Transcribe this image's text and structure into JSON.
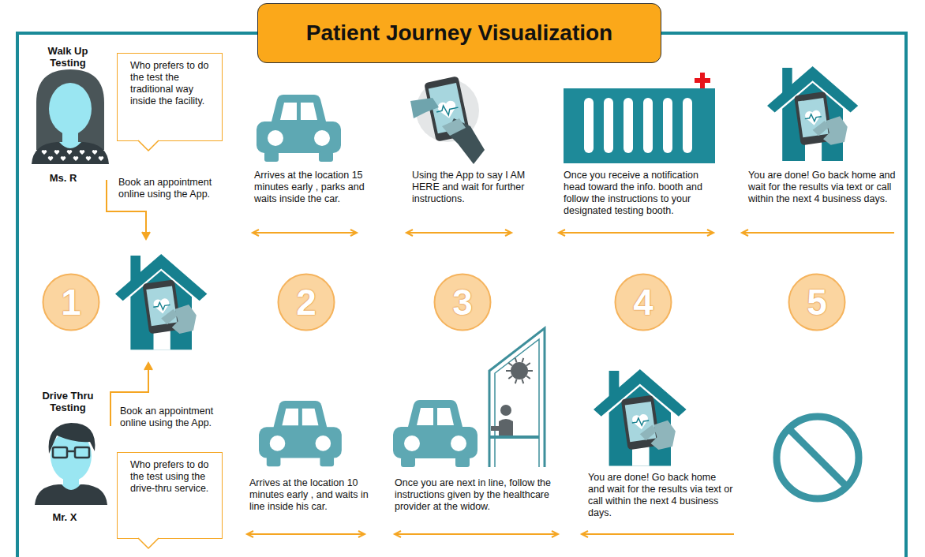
{
  "diagram": {
    "title": "Patient Journey Visualization",
    "nodes": [
      {
        "text": [
          "Who prefers to do the test the traditional way inside the facility."
        ]
      },
      {
        "text": [
          "1"
        ]
      },
      {
        "text": [
          "2"
        ]
      },
      {
        "text": [
          "3"
        ]
      },
      {
        "text": [
          "4"
        ]
      },
      {
        "text": [
          "5"
        ]
      },
      {
        "text": [
          "Who prefers to do the test using the drive-thru service."
        ]
      }
    ],
    "labels": [
      "Walk Up Testing",
      "Ms. R",
      "Book an appointment online using the App.",
      "Arrives at the location 15 minutes early , parks and waits inside the car.",
      "Using the App to say I AM HERE and wait for further instructions.",
      "Once you receive a notification head toward the info. booth and follow the instructions to your designated testing booth.",
      "You are done! Go back home and wait for the results via text or call within the next 4 business days.",
      "Drive Thru Testing",
      "Mr. X",
      "Book an appointment online using the App.",
      "Arrives at the location 10 minutes early , and waits in line inside his car.",
      "Once you are next in line, follow the instructions given by the healthcare provider at the widow.",
      "You are done! Go back home and wait for the results via text or call within the next 4 business days."
    ]
  }
}
